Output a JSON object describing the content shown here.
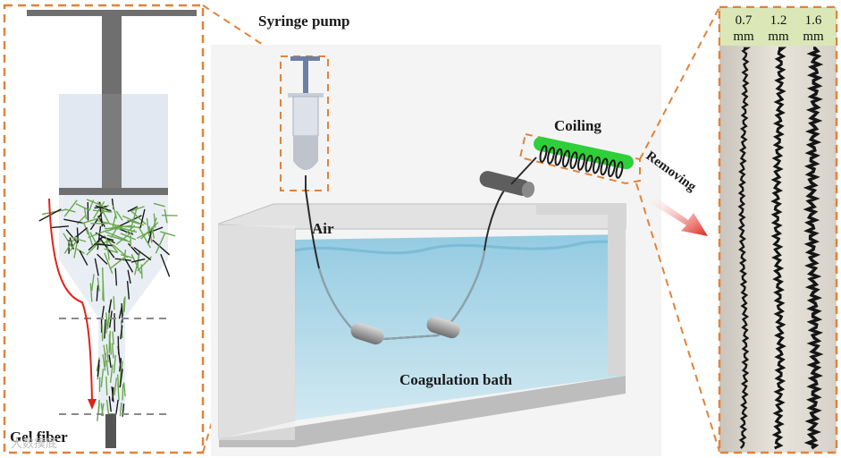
{
  "labels": {
    "syringe_pump": "Syringe pump",
    "coiling": "Coiling",
    "removing": "Removing",
    "air": "Air",
    "coagulation_bath": "Coagulation bath",
    "gel_fiber": "Gel fiber"
  },
  "fiber_sizes": [
    {
      "value": "0.7",
      "unit": "mm"
    },
    {
      "value": "1.2",
      "unit": "mm"
    },
    {
      "value": "1.6",
      "unit": "mm"
    }
  ],
  "watermark": "大数摸底",
  "colors": {
    "dashed_border": "#e0833a",
    "size_header_bg": "#dbe7b6",
    "water": "#a9d6e8",
    "mandrel_green": "#2fcf3a",
    "arrow_red": "#e0231b",
    "plunger_gray": "#6f6f6f"
  }
}
